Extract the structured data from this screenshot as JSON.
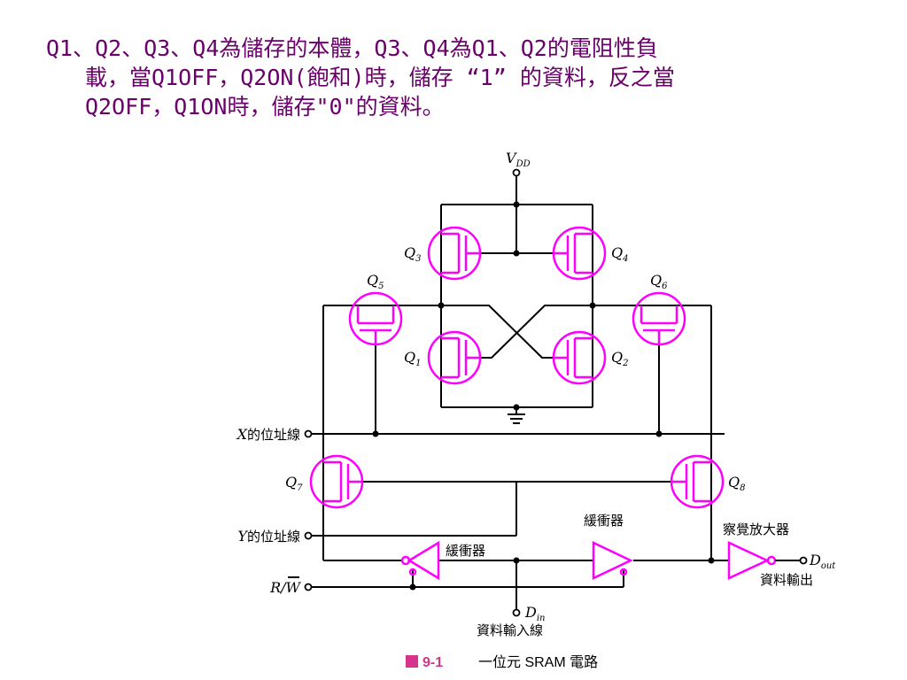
{
  "description": {
    "line1": "Q1、Q2、Q3、Q4為儲存的本體，Q3、Q4為Q1、Q2的電阻性負",
    "line2": "載，當Q1OFF，Q2ON(飽和)時，儲存 “1” 的資料，反之當",
    "line3": "Q2OFF，Q1ON時，儲存\"0\"的資料。"
  },
  "diagram": {
    "vdd": {
      "main": "V",
      "sub": "DD"
    },
    "transistors": {
      "q1": {
        "main": "Q",
        "sub": "1"
      },
      "q2": {
        "main": "Q",
        "sub": "2"
      },
      "q3": {
        "main": "Q",
        "sub": "3"
      },
      "q4": {
        "main": "Q",
        "sub": "4"
      },
      "q5": {
        "main": "Q",
        "sub": "5"
      },
      "q6": {
        "main": "Q",
        "sub": "6"
      },
      "q7": {
        "main": "Q",
        "sub": "7"
      },
      "q8": {
        "main": "Q",
        "sub": "8"
      }
    },
    "x_line": {
      "var": "X",
      "text": "的位址線"
    },
    "y_line": {
      "var": "Y",
      "text": "的位址線"
    },
    "rw": {
      "r": "R/",
      "w": "W"
    },
    "buffer_left": "緩衝器",
    "buffer_right": "緩衝器",
    "sense_amp": "察覺放大器",
    "dout": {
      "main": "D",
      "sub": "out"
    },
    "dout_label": "資料輸出",
    "din": {
      "main": "D",
      "sub": "in"
    },
    "din_label": "資料輸入線"
  },
  "caption": {
    "figure": "9-1",
    "text": "一位元 SRAM 電路"
  },
  "colors": {
    "transistor": "#ff00ff",
    "description_text": "#6a006a",
    "caption_accent": "#d6338a"
  }
}
